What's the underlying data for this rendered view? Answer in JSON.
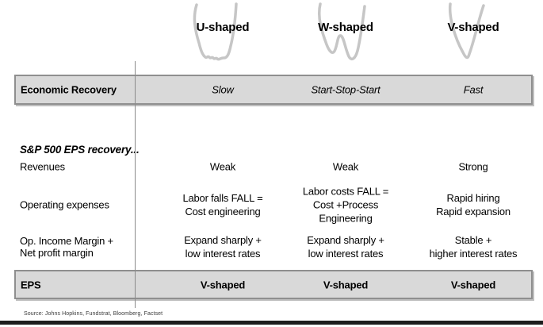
{
  "header": {
    "columns": [
      {
        "label": "U-shaped",
        "icon": "u-curve-icon"
      },
      {
        "label": "W-shaped",
        "icon": "w-curve-icon"
      },
      {
        "label": "V-shaped",
        "icon": "v-curve-icon"
      }
    ]
  },
  "table": {
    "economic_recovery": {
      "label": "Economic Recovery",
      "values": [
        "Slow",
        "Start-Stop-Start",
        "Fast"
      ]
    },
    "section_title": "S&P 500 EPS recovery...",
    "rows": [
      {
        "label": "Revenues",
        "values": [
          "Weak",
          "Weak",
          "Strong"
        ]
      },
      {
        "label": "Operating expenses",
        "values": [
          "Labor falls FALL =\nCost engineering",
          "Labor costs FALL =\nCost +Process\nEngineering",
          "Rapid hiring\nRapid expansion"
        ]
      },
      {
        "label": "Op. Income Margin +\nNet profit margin",
        "values": [
          "Expand sharply +\nlow interest rates",
          "Expand sharply +\nlow interest rates",
          "Stable +\nhigher interest rates"
        ]
      }
    ],
    "eps": {
      "label": "EPS",
      "values": [
        "V-shaped",
        "V-shaped",
        "V-shaped"
      ]
    }
  },
  "footer": {
    "source": "Source: Johns Hopkins, Fundstrat, Bloomberg, Factset"
  },
  "colors": {
    "band_fill": "#d9d9d9",
    "band_border": "#8f8f8f",
    "curve_gray": "#c6c6c6",
    "bottom_bar": "#1d1d1d"
  }
}
